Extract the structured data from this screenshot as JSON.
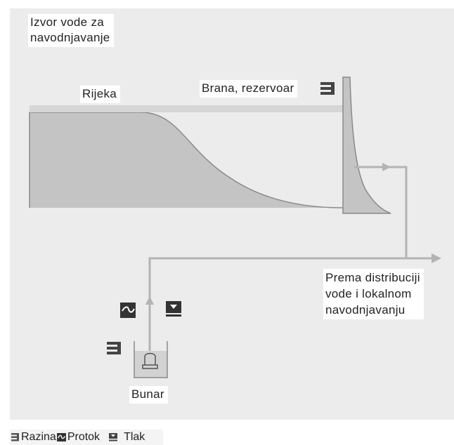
{
  "diagram": {
    "title": "Izvor vode za navodnjavanje",
    "title_lines": [
      "Izvor vode za",
      "navodnjavanje"
    ],
    "river_label": "Rijeka",
    "dam_label": "Brana, rezervoar",
    "destination_label": "Prema distribuciji vode i lokalnom navodnjavanju",
    "destination_lines": [
      "Prema distribuciji",
      "vode i lokalnom",
      "navodnjavanju"
    ],
    "well_label": "Bunar",
    "colors": {
      "water_fill": "#c4c4c4",
      "water_stroke": "#888888",
      "pipe": "#b3b3b3",
      "icon_dark": "#444444",
      "background": "#ececec"
    },
    "sensors": {
      "dam": "level-sensor-icon",
      "well_level": "level-sensor-icon",
      "well_flow": "flow-sensor-icon",
      "well_pressure": "pressure-sensor-icon",
      "well_pump": "pump-icon"
    }
  },
  "legend": {
    "items": [
      {
        "icon": "level-icon",
        "label": "Razina"
      },
      {
        "icon": "flow-icon",
        "label": "Protok"
      },
      {
        "icon": "pressure-icon",
        "label": "Tlak"
      }
    ]
  }
}
